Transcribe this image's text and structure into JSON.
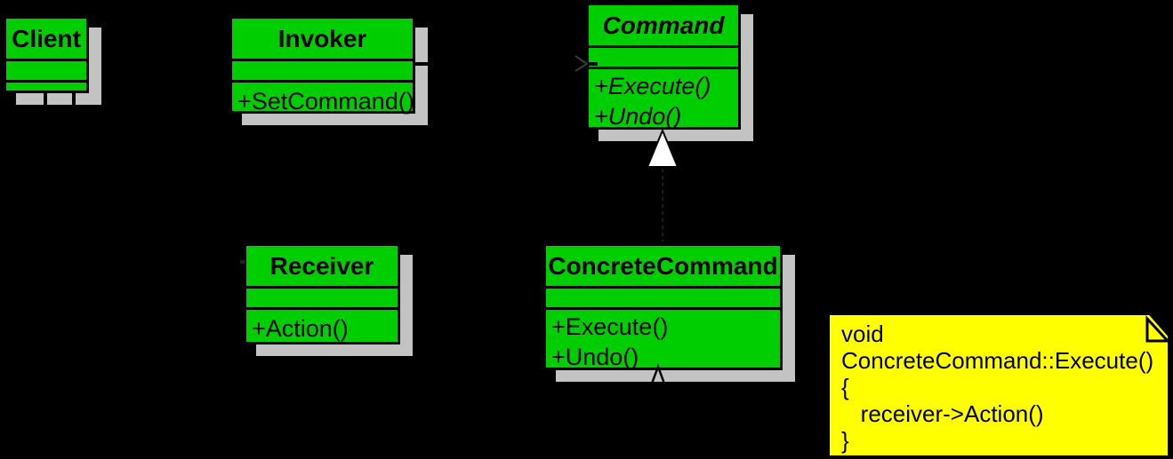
{
  "colors": {
    "background": "#000000",
    "class_fill": "#00CE00",
    "class_border": "#000000",
    "shadow": "#C3C3C3",
    "note_fill": "#FFFF00",
    "text": "#000000",
    "generalization_triangle_fill": "#FFFFFF"
  },
  "classes": {
    "client": {
      "name": "Client",
      "methods": []
    },
    "invoker": {
      "name": "Invoker",
      "methods": [
        "+SetCommand()"
      ]
    },
    "command": {
      "name": "Command",
      "methods": [
        "+Execute()",
        "+Undo()"
      ]
    },
    "receiver": {
      "name": "Receiver",
      "methods": [
        "+Action()"
      ]
    },
    "concrete_command": {
      "name": "ConcreteCommand",
      "methods": [
        "+Execute()",
        "+Undo()"
      ]
    }
  },
  "note": {
    "lines": [
      "void",
      "ConcreteCommand::Execute()",
      "{",
      "   receiver->Action()",
      "}"
    ]
  }
}
